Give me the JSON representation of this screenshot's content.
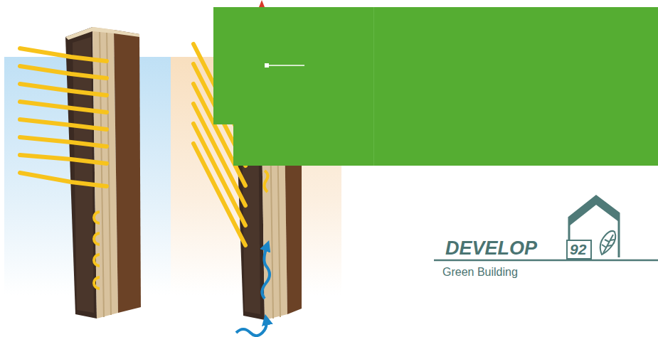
{
  "diagram": {
    "labels": [
      "DEVELOP",
      "92",
      "Green Building"
    ]
  }
}
